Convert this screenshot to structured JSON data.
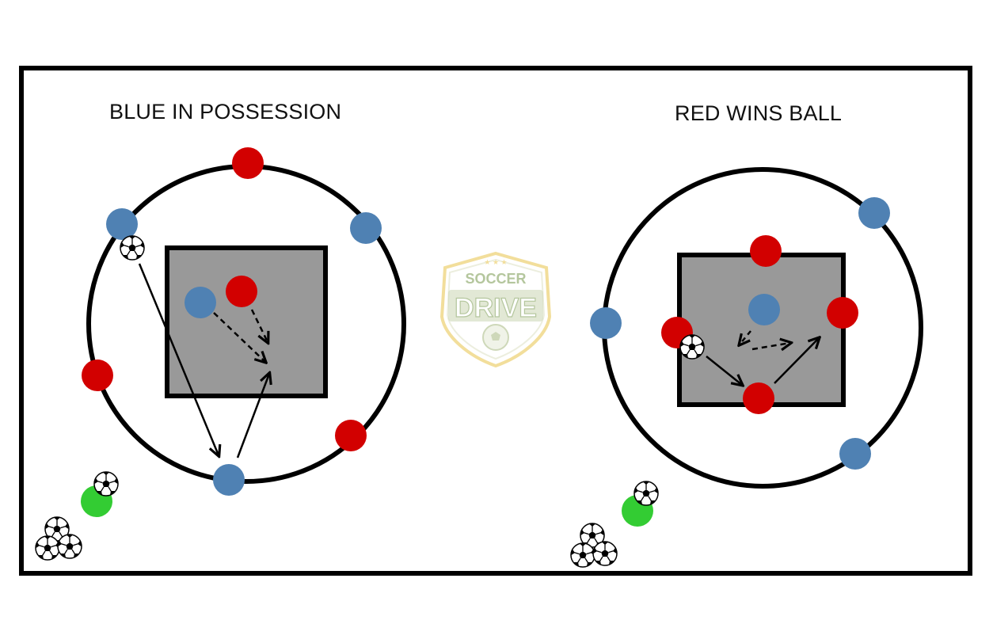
{
  "colors": {
    "blue_player": "#4f81b3",
    "red_player": "#d20000",
    "green_player": "#33cc33",
    "grid_fill": "#999999",
    "line": "#000000",
    "logo_text": "#a8bd8c",
    "logo_border": "#f0d98a"
  },
  "panels": [
    {
      "title": "BLUE IN POSSESSION"
    },
    {
      "title": "RED WINS BALL"
    }
  ],
  "logo": {
    "line1": "SOCCER",
    "line2": "DRIVE"
  },
  "icons": [
    "soccer-ball-icon",
    "blue-player-icon",
    "red-player-icon",
    "green-coach-icon",
    "arrow-icon"
  ]
}
